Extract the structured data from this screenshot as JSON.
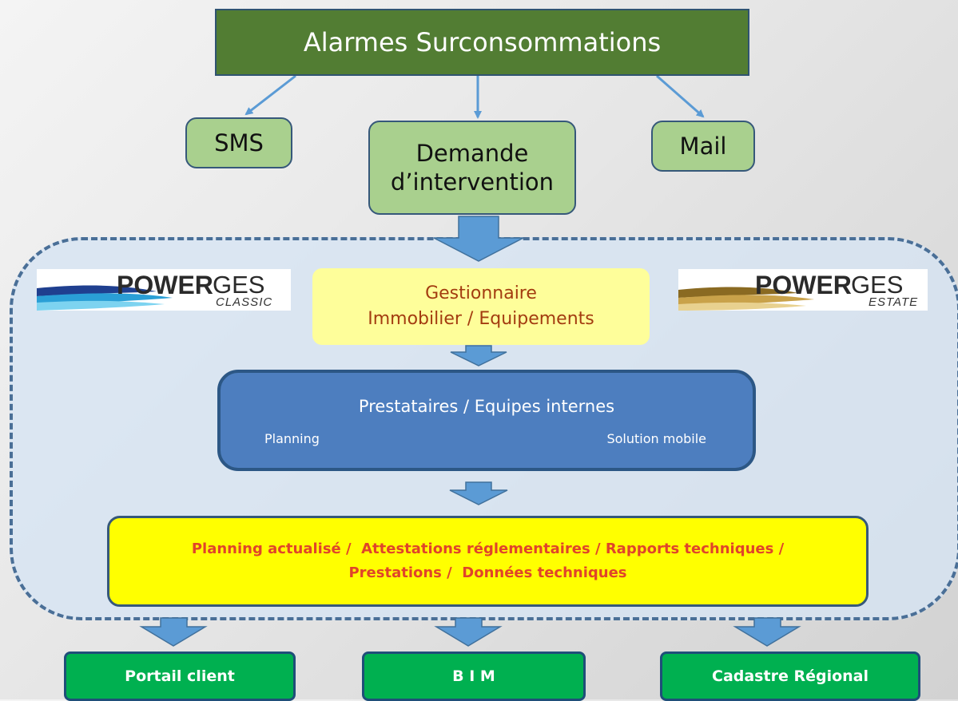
{
  "title": "Alarmes Surconsommations",
  "channels": {
    "sms": "SMS",
    "demande_line1": "Demande",
    "demande_line2": "d’intervention",
    "mail": "Mail"
  },
  "logos": {
    "classic": {
      "power": "POWER",
      "ges": "GES",
      "sub": "CLASSIC"
    },
    "estate": {
      "power": "POWER",
      "ges": "GES",
      "sub": "ESTATE"
    }
  },
  "gestionnaire": {
    "line1": "Gestionnaire",
    "line2": "Immobilier / Equipements"
  },
  "prestataires": {
    "title": "Prestataires / Equipes internes",
    "planning": "Planning",
    "mobile": "Solution mobile"
  },
  "deliverables": {
    "line1": "Planning actualisé /  Attestations réglementaires / Rapports techniques /",
    "line2": "Prestations /  Données techniques"
  },
  "outputs": {
    "portail": "Portail client",
    "bim": "B I M",
    "cadastre": "Cadastre Régional"
  },
  "colors": {
    "title_fill": "#527d33",
    "channel_fill": "#a9d08e",
    "gestionnaire_fill": "#fefe9a",
    "prestataires_fill": "#4d7ebf",
    "deliverables_fill": "#ffff00",
    "output_fill": "#00b050",
    "arrow_fill": "#5b9bd5"
  }
}
